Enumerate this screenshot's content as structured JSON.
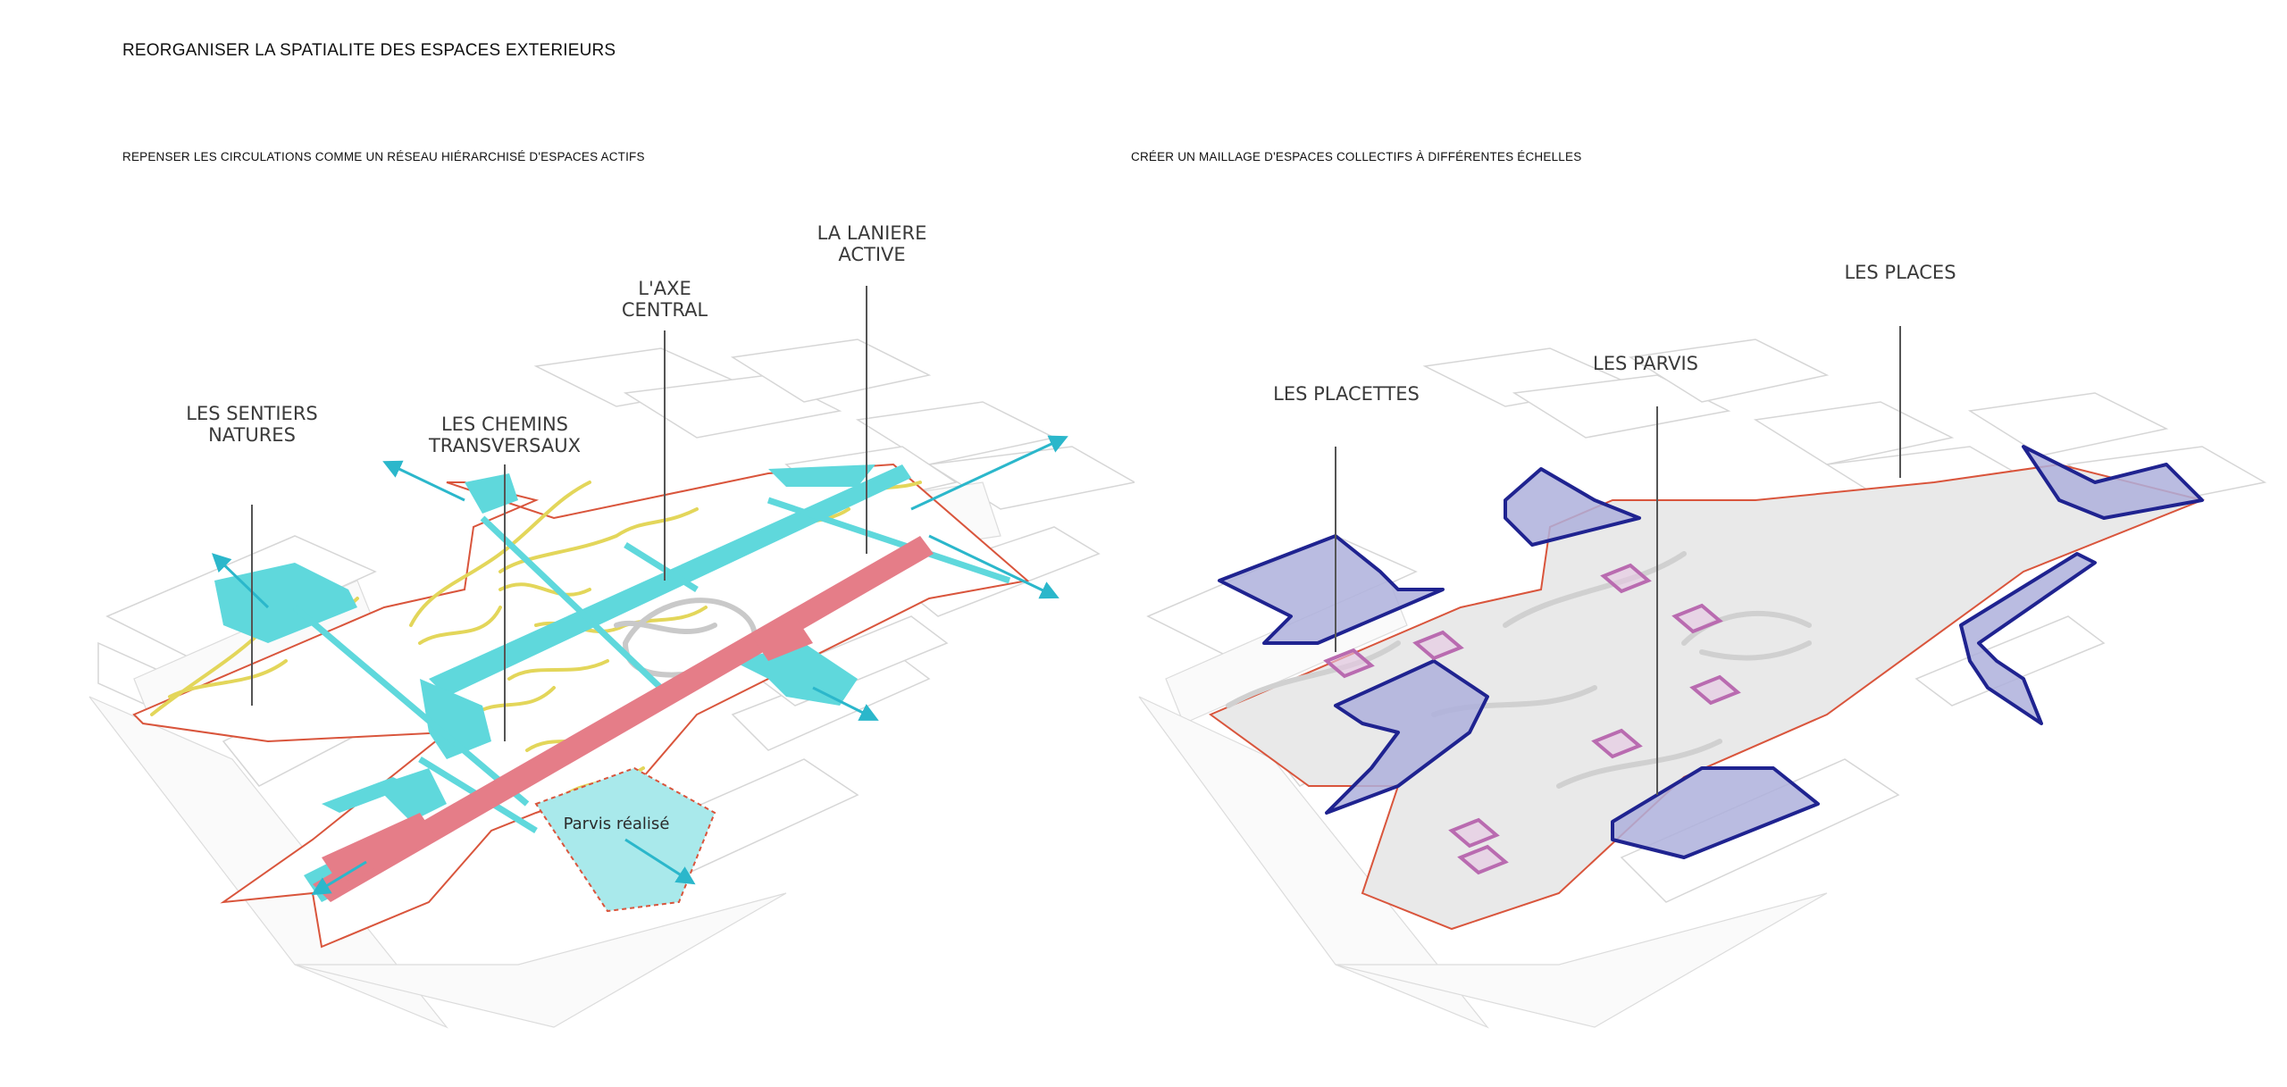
{
  "page": {
    "title": "REORGANISER LA SPATIALITE DES ESPACES EXTERIEURS"
  },
  "left_panel": {
    "subtitle": "REPENSER LES CIRCULATIONS COMME UN RÉSEAU HIÉRARCHISÉ D'ESPACES ACTIFS",
    "labels": {
      "sentiers_line1": "LES SENTIERS",
      "sentiers_line2": "NATURES",
      "chemins_line1": "LES CHEMINS",
      "chemins_line2": "TRANSVERSAUX",
      "axe_line1": "L'AXE",
      "axe_line2": "CENTRAL",
      "laniere_line1": "LA LANIERE",
      "laniere_line2": "ACTIVE",
      "parvis": "Parvis réalisé"
    },
    "colors": {
      "circulation": "#5fd8dc",
      "active_strip": "#e57d88",
      "paths": "#e3d65a",
      "boundary": "#d9553c",
      "arrow": "#2bb7cb"
    }
  },
  "right_panel": {
    "subtitle": "CRÉER UN MAILLAGE D'ESPACES COLLECTIFS À DIFFÉRENTES ÉCHELLES",
    "labels": {
      "placettes": "LES PLACETTES",
      "parvis": "LES PARVIS",
      "places": "LES PLACES"
    },
    "colors": {
      "places_fill": "#aeb0dc",
      "places_stroke": "#1f2390",
      "placettes_stroke": "#b96bb0",
      "ground": "#e9e9e9",
      "boundary": "#d9553c"
    }
  }
}
